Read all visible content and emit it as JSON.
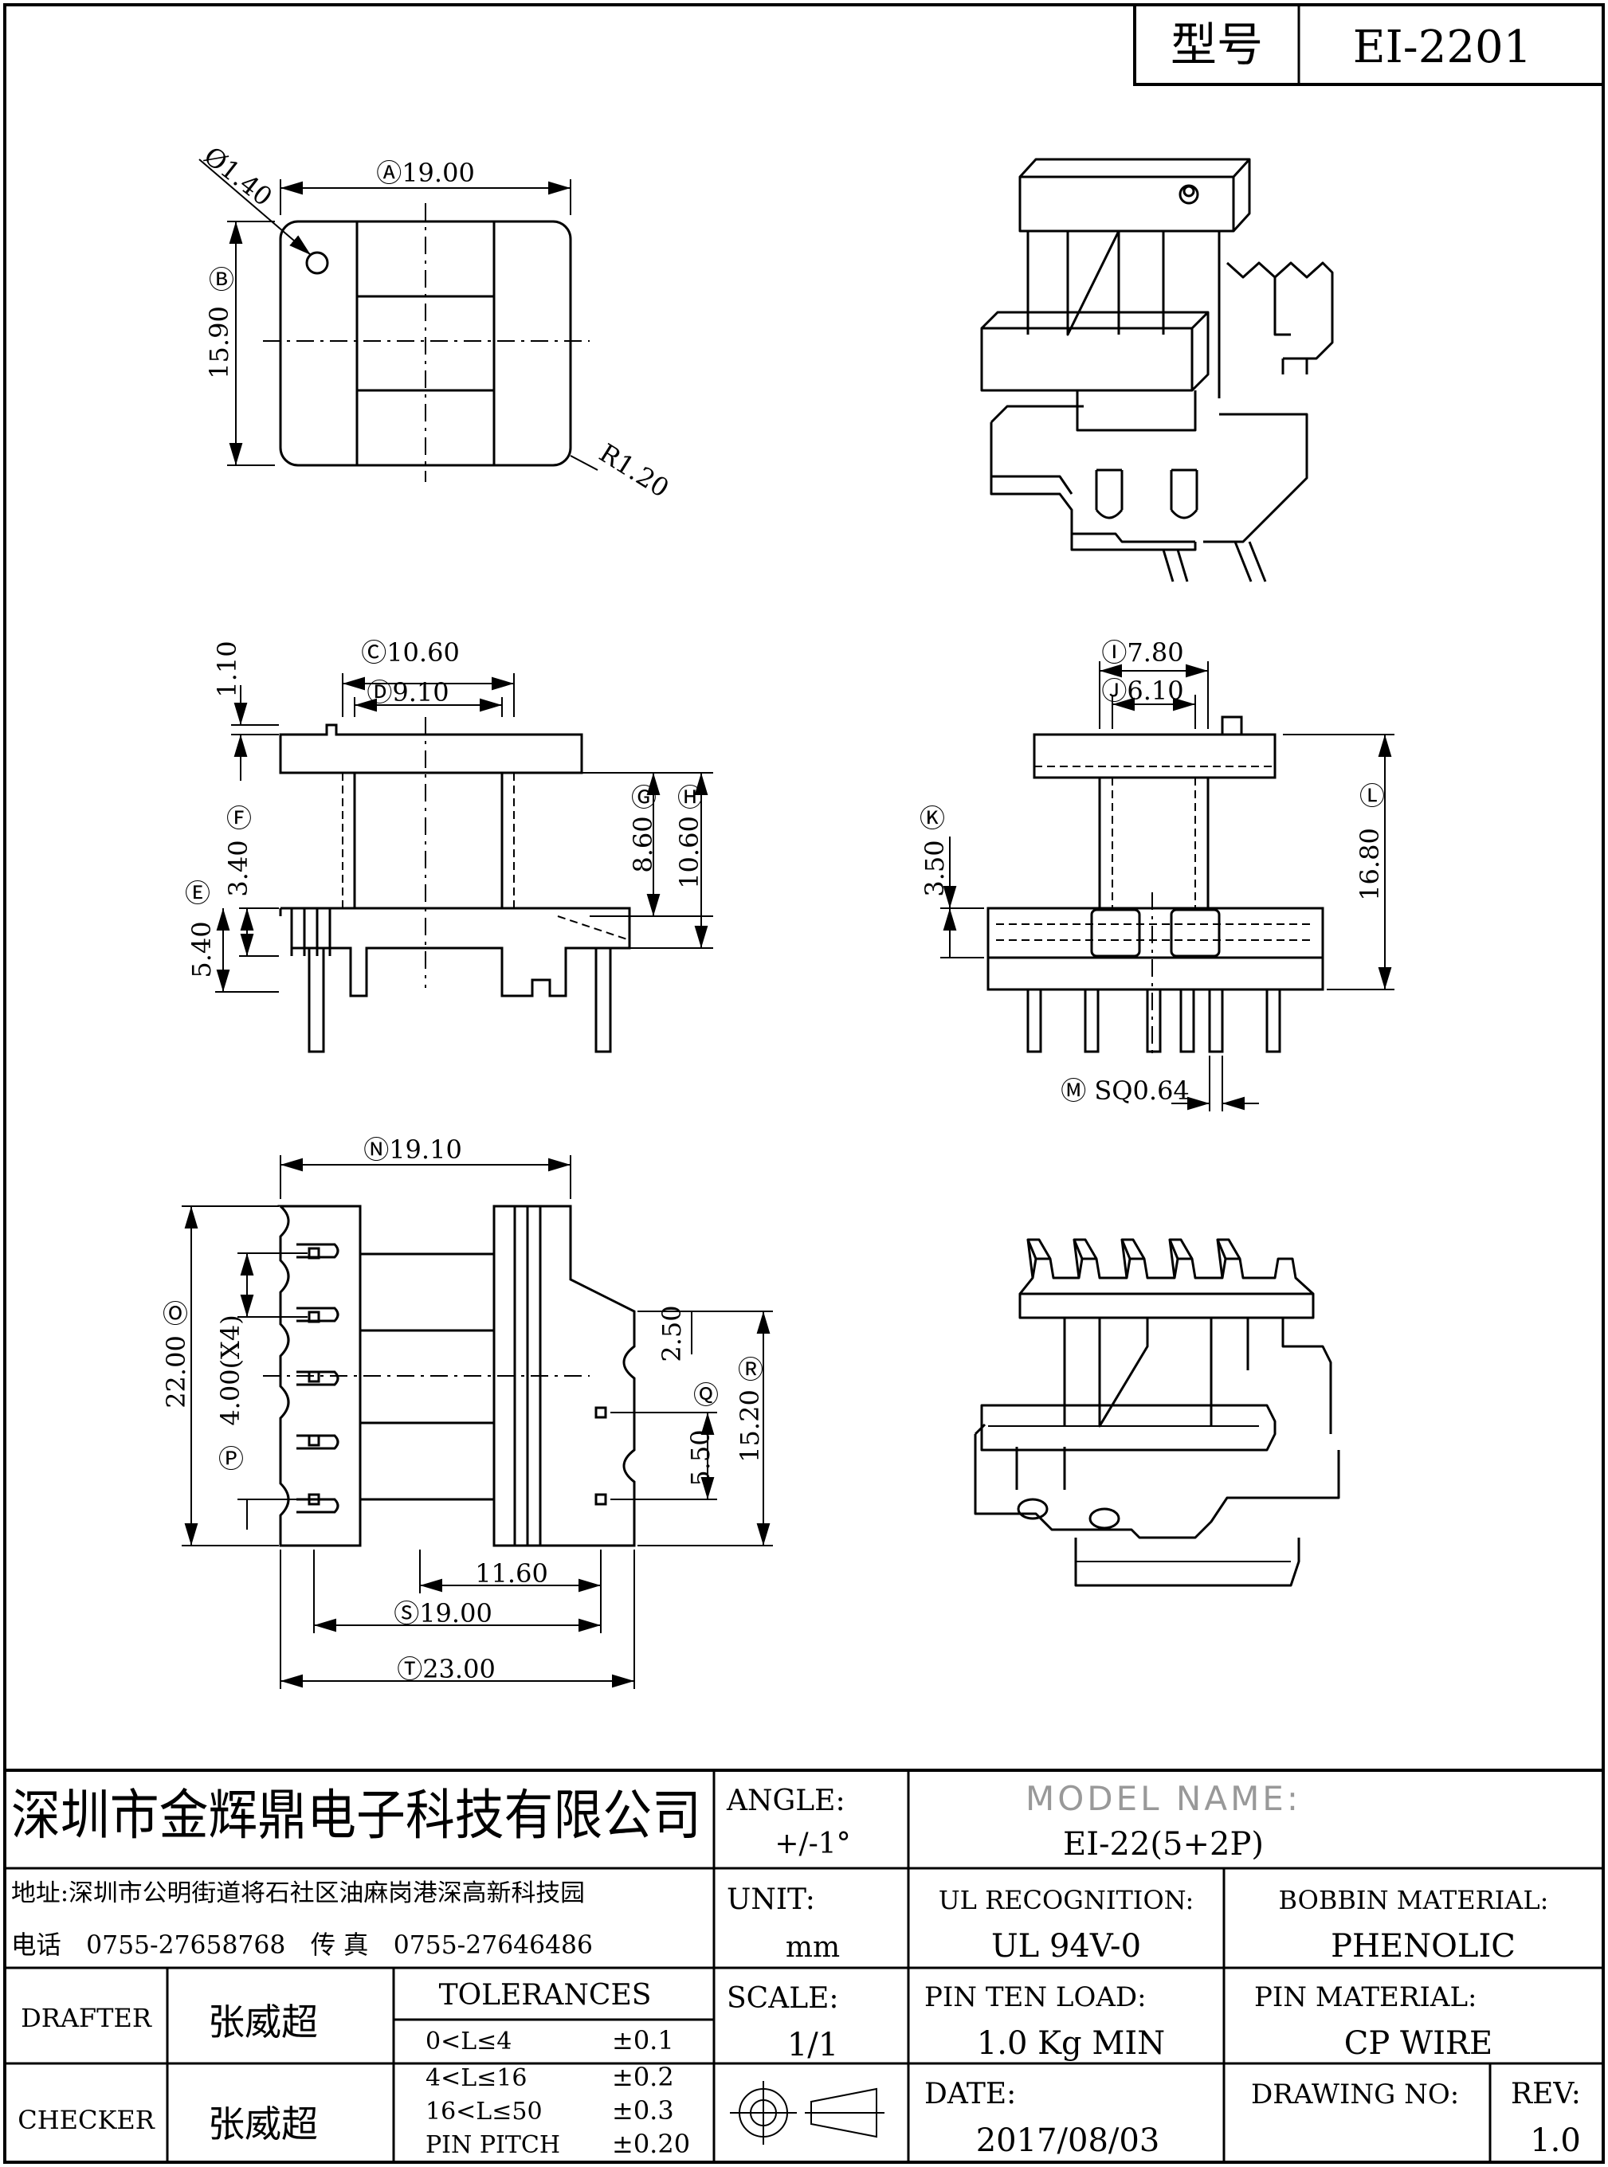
{
  "header": {
    "model_label": "型号",
    "model_value": "EI-2201"
  },
  "top_view": {
    "dim_a": "Ⓐ19.00",
    "dim_b": "Ⓑ",
    "dim_b_value": "15.90",
    "hole": "Ø1.40",
    "radius": "R1.20"
  },
  "front_view": {
    "dim_c": "Ⓒ10.60",
    "dim_d": "Ⓓ9.10",
    "dim_top": "1.10",
    "dim_e": "Ⓔ",
    "dim_e_value": "5.40",
    "dim_f": "Ⓕ",
    "dim_f_value": "3.40",
    "dim_g": "Ⓖ",
    "dim_g_value": "8.60",
    "dim_h": "Ⓗ",
    "dim_h_value": "10.60"
  },
  "side_view": {
    "dim_i": "Ⓘ7.80",
    "dim_j": "Ⓙ6.10",
    "dim_k": "Ⓚ",
    "dim_k_value": "3.50",
    "dim_l": "Ⓛ",
    "dim_l_value": "16.80",
    "dim_m": "Ⓜ SQ0.64"
  },
  "bottom_view": {
    "dim_n": "Ⓝ19.10",
    "dim_o": "Ⓞ",
    "dim_o_value": "22.00",
    "dim_p": "Ⓟ",
    "dim_p_value": "4.00(X4)",
    "dim_q": "Ⓠ",
    "dim_q_value": "5.50",
    "dim_r": "Ⓡ",
    "dim_r_value": "15.20",
    "dim_250": "2.50",
    "dim_1160": "11.60",
    "dim_s": "Ⓢ19.00",
    "dim_t": "Ⓣ23.00"
  },
  "title_block": {
    "company": "深圳市金辉鼎电子科技有限公司",
    "address": "地址:深圳市公明街道将石社区油麻岗港深高新科技园",
    "phone": "电话　0755-27658768　传 真　0755-27646486",
    "angle_label": "ANGLE:",
    "angle_value": "+/-1°",
    "model_name_label": "MODEL NAME:",
    "model_name_value": "EI-22(5+2P)",
    "unit_label": "UNIT:",
    "unit_value": "mm",
    "ul_label": "UL RECOGNITION:",
    "ul_value": "UL 94V-0",
    "bobbin_label": "BOBBIN MATERIAL:",
    "bobbin_value": "PHENOLIC",
    "drafter_label": "DRAFTER",
    "drafter_name": "张威超",
    "checker_label": "CHECKER",
    "checker_name": "张威超",
    "tolerances_label": "TOLERANCES",
    "tol_rows": [
      {
        "range": "0<L≤4",
        "value": "±0.1"
      },
      {
        "range": "4<L≤16",
        "value": "±0.2"
      },
      {
        "range": "16<L≤50",
        "value": "±0.3"
      },
      {
        "range": "PIN PITCH",
        "value": "±0.20"
      }
    ],
    "scale_label": "SCALE:",
    "scale_value": "1/1",
    "pin_load_label": "PIN TEN LOAD:",
    "pin_load_value": "1.0 Kg MIN",
    "pin_material_label": "PIN MATERIAL:",
    "pin_material_value": "CP WIRE",
    "date_label": "DATE:",
    "date_value": "2017/08/03",
    "drawing_no_label": "DRAWING NO:",
    "rev_label": "REV:",
    "rev_value": "1.0"
  }
}
